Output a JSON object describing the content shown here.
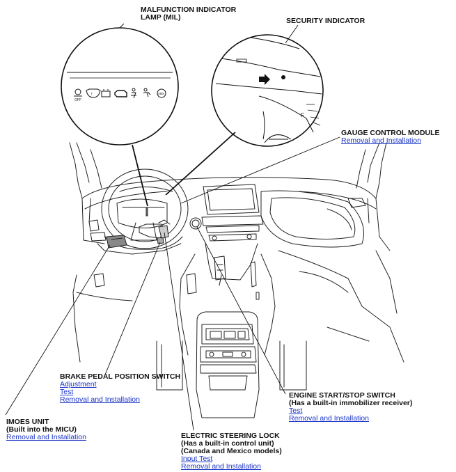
{
  "labels": {
    "mil": {
      "line1": "MALFUNCTION INDICATOR",
      "line2": "LAMP (MIL)"
    },
    "security": {
      "title": "SECURITY INDICATOR"
    },
    "gauge": {
      "title": "GAUGE CONTROL MODULE",
      "link1": "Removal and Installation"
    },
    "brake": {
      "title": "BRAKE PEDAL POSITION SWITCH",
      "link1": "Adjustment",
      "link2": "Test",
      "link3": "Removal and Installation"
    },
    "imoes": {
      "title": "IMOES UNIT",
      "sub1": "(Built into the MICU)",
      "link1": "Removal and Installation"
    },
    "steering": {
      "title": "ELECTRIC STEERING LOCK",
      "sub1": "(Has a built-in control unit)",
      "sub2": "(Canada and Mexico models)",
      "link1": "Input Test",
      "link2": "Removal and Installation"
    },
    "engine": {
      "title": "ENGINE START/STOP SWITCH",
      "sub1": "(Has a built-in immobilizer receiver)",
      "link1": "Test",
      "link2": "Removal and Installation"
    }
  },
  "gauge_text": {
    "fuel_full": "F",
    "abs_badge": "ABS"
  },
  "colors": {
    "line": "#111111",
    "link": "#1a33c7"
  }
}
